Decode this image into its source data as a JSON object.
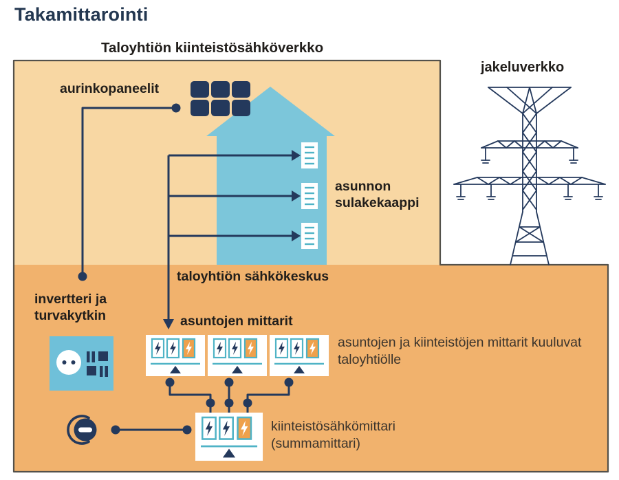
{
  "title": "Takamittarointi",
  "diagram": {
    "network_label": "Taloyhtiön kiinteistösähköverkko",
    "grid_label": "jakeluverkko",
    "solar_label": "aurinkopaneelit",
    "fusebox_label": "asunnon sulakekaappi",
    "switchboard_label": "taloyhtiön sähkökeskus",
    "inverter_label": "invertteri ja turvakytkin",
    "apartment_meters_label": "asuntojen mittarit",
    "ownership_note": "asuntojen ja kiinteistöjen mittarit kuuluvat taloyhtiölle",
    "main_meter_label": "kiinteistösähkömittari (summamittari)"
  },
  "icons": {
    "solar_panels": "solar-panel-grid-icon",
    "house": "apartment-house-icon",
    "fuse_box": "fuse-cabinet-icon",
    "pylon": "power-pylon-icon",
    "inverter": "inverter-socket-icon",
    "meter": "electricity-meter-icon",
    "main_switch": "main-switch-icon",
    "lightning": "lightning-bolt-icon"
  },
  "colors": {
    "title_navy": "#233750",
    "navy": "#24395c",
    "light_orange": "#f8d7a3",
    "dark_orange": "#f1b26d",
    "outline": "#53514b",
    "house_blue": "#7cc6da",
    "inverter_blue": "#6fc0d9",
    "teal": "#4fb3c6",
    "tile_orange": "#efa14c",
    "text_dark": "#211e1b",
    "note_text": "#3b342c"
  }
}
